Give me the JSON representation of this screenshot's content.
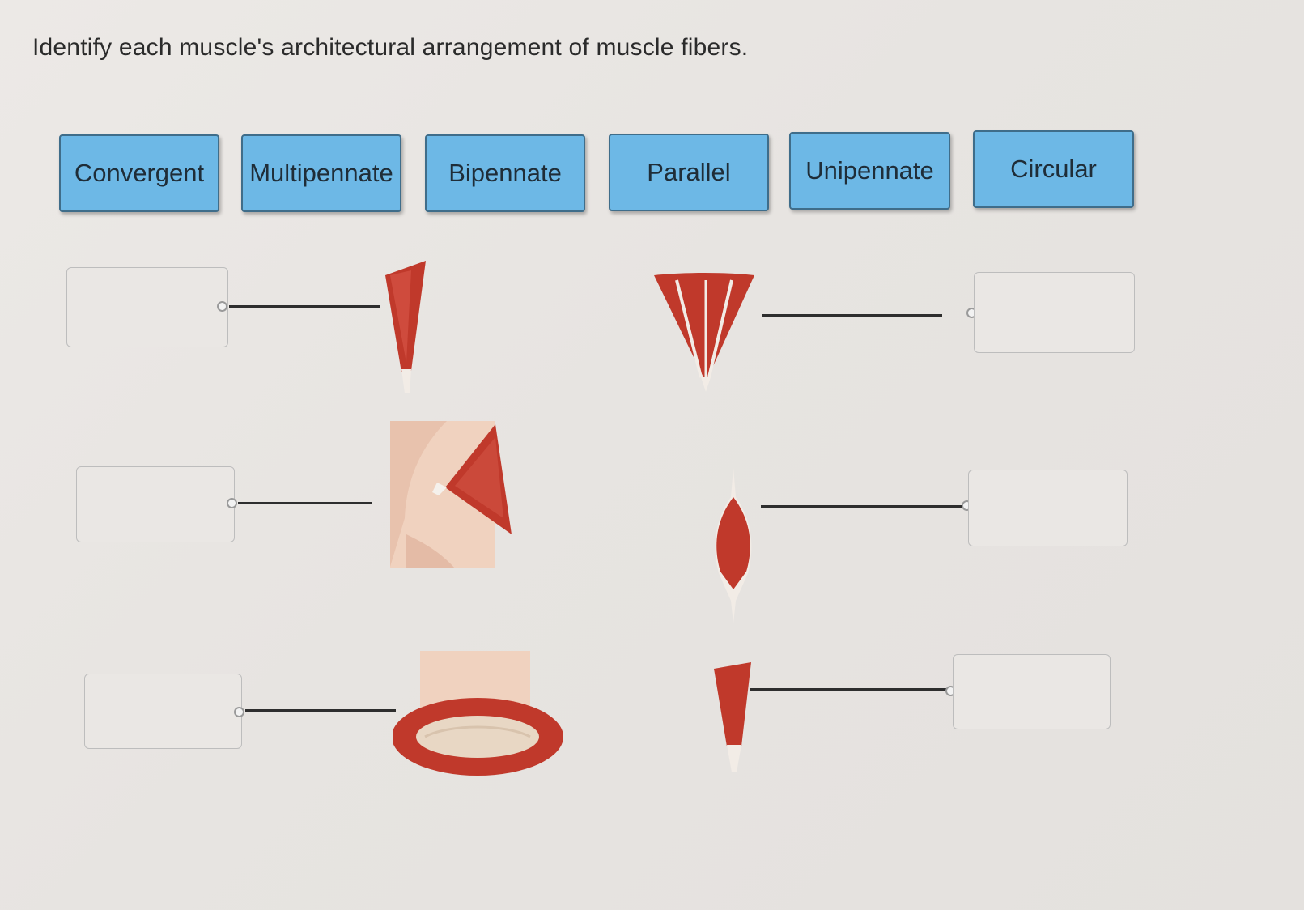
{
  "question": {
    "prompt": "Identify each muscle's architectural arrangement of muscle fibers."
  },
  "label_bank": [
    {
      "id": "convergent",
      "text": "Convergent"
    },
    {
      "id": "multipennate",
      "text": "Multipennate"
    },
    {
      "id": "bipennate",
      "text": "Bipennate"
    },
    {
      "id": "parallel",
      "text": "Parallel"
    },
    {
      "id": "unipennate",
      "text": "Unipennate"
    },
    {
      "id": "circular",
      "text": "Circular"
    }
  ],
  "drop_targets": [
    {
      "muscle_icon": "fusiform-tapered-muscle-icon",
      "value": ""
    },
    {
      "muscle_icon": "pectoralis-fan-muscle-icon",
      "value": ""
    },
    {
      "muscle_icon": "orbicularis-oris-muscle-icon",
      "value": ""
    },
    {
      "muscle_icon": "deltoid-multipennate-muscle-icon",
      "value": ""
    },
    {
      "muscle_icon": "spindle-parallel-muscle-icon",
      "value": ""
    },
    {
      "muscle_icon": "unipennate-muscle-icon",
      "value": ""
    }
  ],
  "colors": {
    "label_fill": "#6db8e6",
    "label_border": "#3f6d8a",
    "muscle_red": "#c0392b",
    "tendon": "#f2ece6",
    "skin": "#f0d2bf"
  }
}
